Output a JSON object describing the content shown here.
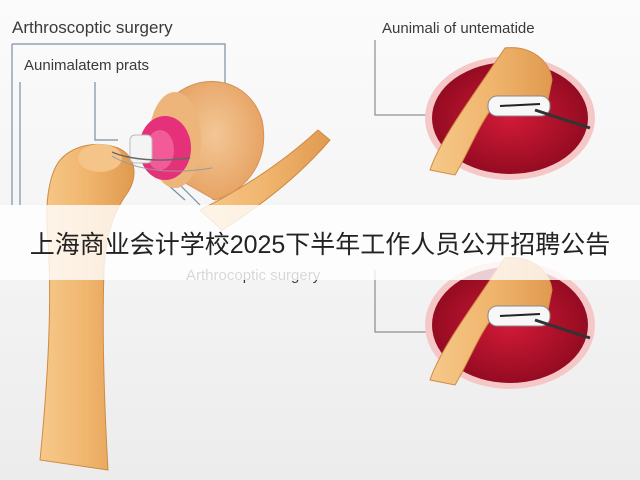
{
  "labels": {
    "arthroscopic_surgery": "Arthroscoptic surgery",
    "aunimalatem_prats": "Aunimalatem prats",
    "aunimali_of_untematide": "Aunimali of untematide",
    "arthrocoptic_surgery": "Arthrocoptic surgery"
  },
  "banner": {
    "text": "上海商业会计学校2025下半年工作人员公开招聘公告"
  },
  "colors": {
    "bone": "#f0b56e",
    "cartilage": "#e8317a",
    "joint_cavity": "#b5102a",
    "callout_line": "#7a8fa6"
  }
}
